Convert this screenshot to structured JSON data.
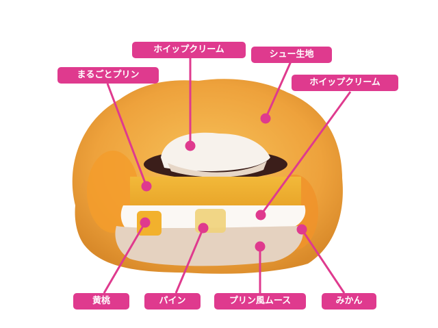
{
  "image": {
    "subject": "cream-puff-cross-section",
    "accent_color": "#df3a8e"
  },
  "labels": {
    "whip_cream_top": "ホイップクリーム",
    "choux_pastry": "シュー生地",
    "whole_pudding": "まるごとプリン",
    "whip_cream_right": "ホイップクリーム",
    "yellow_peach": "黄桃",
    "pineapple": "パイン",
    "pudding_mousse": "プリン風ムース",
    "mandarin": "みかん"
  }
}
